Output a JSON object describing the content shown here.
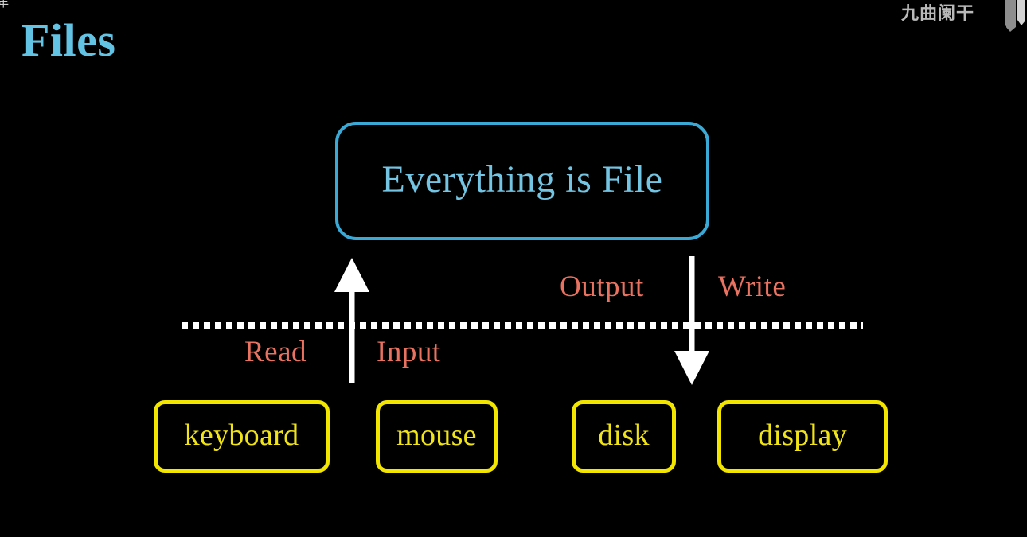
{
  "slide": {
    "background_color": "#000000",
    "title": "Files",
    "title_color": "#62c3e4"
  },
  "corner": {
    "clipped_glyph": "年"
  },
  "watermark": {
    "text": "九曲阑干",
    "color": "#b9b9b9",
    "logo_icon": "logo-mark"
  },
  "diagram": {
    "concept": {
      "label": "Everything is File",
      "border_color": "#3ba9d6",
      "text_color": "#73c5e3"
    },
    "boundary": {
      "style": "dotted",
      "color": "#ffffff"
    },
    "arrows": [
      {
        "name": "up",
        "direction": "up",
        "color": "#ffffff"
      },
      {
        "name": "down",
        "direction": "down",
        "color": "#ffffff"
      }
    ],
    "flow_labels": [
      {
        "key": "read",
        "text": "Read"
      },
      {
        "key": "input",
        "text": "Input"
      },
      {
        "key": "output",
        "text": "Output"
      },
      {
        "key": "write",
        "text": "Write"
      }
    ],
    "flow_label_color": "#ea7260",
    "devices": [
      {
        "key": "keyboard",
        "label": "keyboard"
      },
      {
        "key": "mouse",
        "label": "mouse"
      },
      {
        "key": "disk",
        "label": "disk"
      },
      {
        "key": "display",
        "label": "display"
      }
    ],
    "device_border_color": "#f2e500",
    "device_text_color": "#f0e317"
  }
}
